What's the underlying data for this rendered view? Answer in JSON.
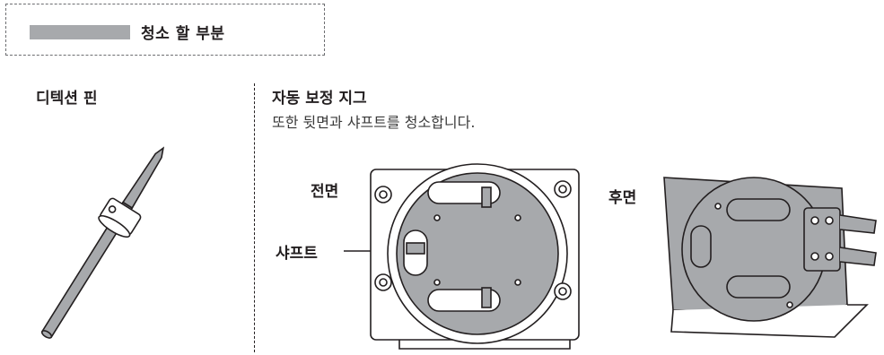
{
  "legend": {
    "label": "청소 할 부분",
    "swatch_color": "#a7a9ac"
  },
  "left_panel": {
    "title": "디텍션 핀"
  },
  "right_panel": {
    "title": "자동 보정 지그",
    "description": "또한 뒷면과 샤프트를 청소합니다.",
    "front_label": "전면",
    "back_label": "후면",
    "shaft_label": "샤프트"
  }
}
